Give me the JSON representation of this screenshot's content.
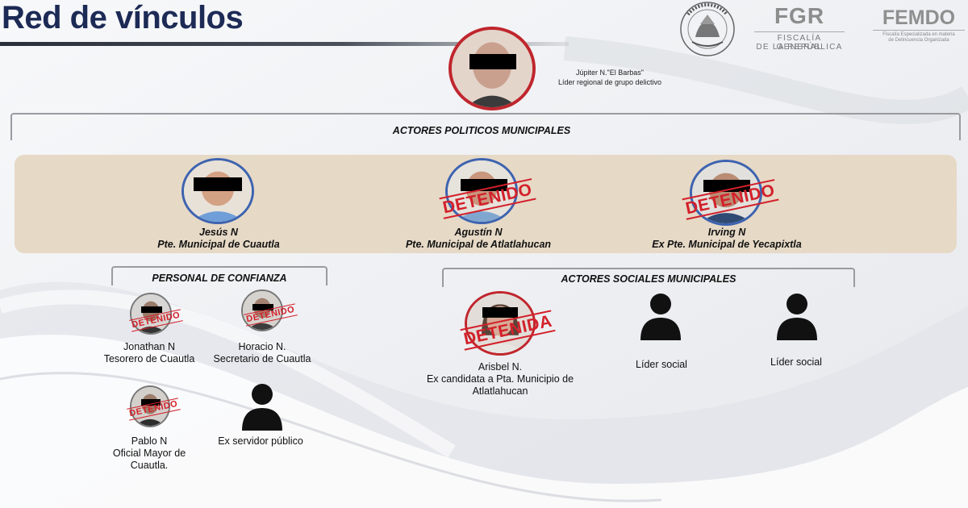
{
  "title": "Red de vínculos",
  "logos": {
    "fgr_main": "FGR",
    "fgr_line1": "FISCALÍA GENERAL",
    "fgr_line2": "DE LA REPÚBLICA",
    "femdo_main": "FEMDO",
    "femdo_line1": "Fiscalía Especializada en materia",
    "femdo_line2": "de Delincuencia Organizada",
    "seal_text": "ESTADOS UNIDOS MEXICANOS"
  },
  "boss": {
    "name": "Júpiter N.\"El Barbas\"",
    "role": "Líder regional de grupo delictivo"
  },
  "groups": {
    "political": "ACTORES POLITICOS MUNICIPALES",
    "trusted": "PERSONAL DE CONFIANZA",
    "social": "ACTORES SOCIALES MUNICIPALES"
  },
  "political_actors": [
    {
      "name": "Jesús N",
      "role": "Pte. Municipal de Cuautla",
      "status": ""
    },
    {
      "name": "Agustín N",
      "role": "Pte. Municipal de Atlatlahucan",
      "status": "DETENIDO"
    },
    {
      "name": "Irving N",
      "role": "Ex Pte. Municipal de Yecapixtla",
      "status": "DETENIDO"
    }
  ],
  "trusted_staff": [
    {
      "name": "Jonathan N",
      "role": "Tesorero de Cuautla",
      "status": "DETENIDO"
    },
    {
      "name": "Horacio N.",
      "role": "Secretario de Cuautla",
      "status": "DETENIDO"
    },
    {
      "name": "Pablo N",
      "role1": "Oficial Mayor de",
      "role2": "Cuautla.",
      "status": "DETENIDO"
    },
    {
      "role": "Ex servidor público"
    }
  ],
  "social_actors": [
    {
      "name": "Arisbel N.",
      "role1": "Ex candidata a Pta. Municipio de",
      "role2": "Atlatlahucan",
      "status": "DETENIDA"
    },
    {
      "role": "Líder social"
    },
    {
      "role": "Líder social"
    }
  ],
  "colors": {
    "title": "#1c2a55",
    "stamp": "#d3202a",
    "boss_ring": "#c0262d",
    "political_ring": "#3d63b0",
    "band": "#e6d9c6"
  },
  "icons": [
    "person-silhouette-icon",
    "mexican-seal-icon"
  ]
}
